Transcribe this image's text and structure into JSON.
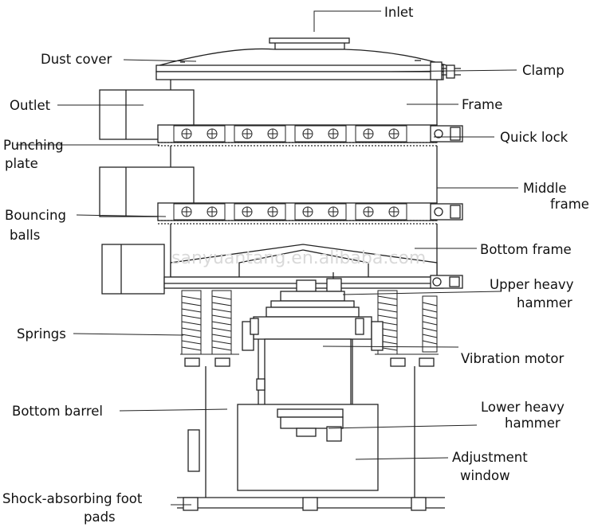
{
  "labels": {
    "inlet": "Inlet",
    "dust_cover": "Dust cover",
    "clamp": "Clamp",
    "outlet": "Outlet",
    "frame": "Frame",
    "quick_lock": "Quick lock",
    "punching_plate_1": "Punching",
    "punching_plate_2": "plate",
    "middle_frame_1": "Middle",
    "middle_frame_2": "frame",
    "bouncing_balls_1": "Bouncing",
    "bouncing_balls_2": "balls",
    "bottom_frame": "Bottom frame",
    "upper_heavy_hammer_1": "Upper heavy",
    "upper_heavy_hammer_2": "hammer",
    "springs": "Springs",
    "vibration_motor": "Vibration motor",
    "bottom_barrel": "Bottom barrel",
    "lower_heavy_hammer_1": "Lower heavy",
    "lower_heavy_hammer_2": "hammer",
    "adjustment_window_1": "Adjustment",
    "adjustment_window_2": "window",
    "foot_pads_1": "Shock-absorbing foot",
    "foot_pads_2": "pads"
  },
  "watermark": "sanyuantang.en.alibaba.com"
}
